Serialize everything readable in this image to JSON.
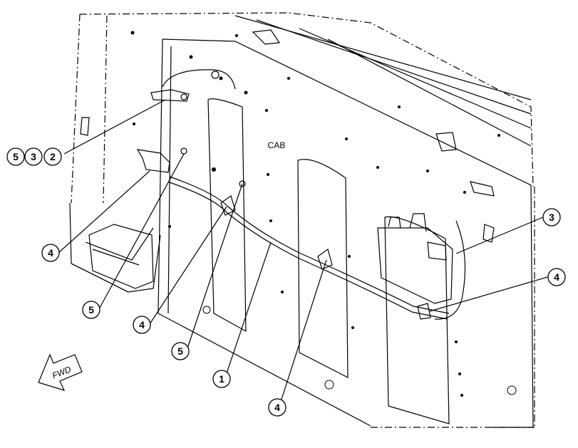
{
  "area_label": "CAB",
  "direction_label": "FWD",
  "callouts": [
    {
      "name": "callout-5-upper",
      "text": "5"
    },
    {
      "name": "callout-3-upper",
      "text": "3"
    },
    {
      "name": "callout-2",
      "text": "2"
    },
    {
      "name": "callout-4-left",
      "text": "4"
    },
    {
      "name": "callout-5-left",
      "text": "5"
    },
    {
      "name": "callout-4-middle",
      "text": "4"
    },
    {
      "name": "callout-5-middle",
      "text": "5"
    },
    {
      "name": "callout-1",
      "text": "1"
    },
    {
      "name": "callout-4-bottom",
      "text": "4"
    },
    {
      "name": "callout-3-right",
      "text": "3"
    },
    {
      "name": "callout-4-right",
      "text": "4"
    }
  ]
}
